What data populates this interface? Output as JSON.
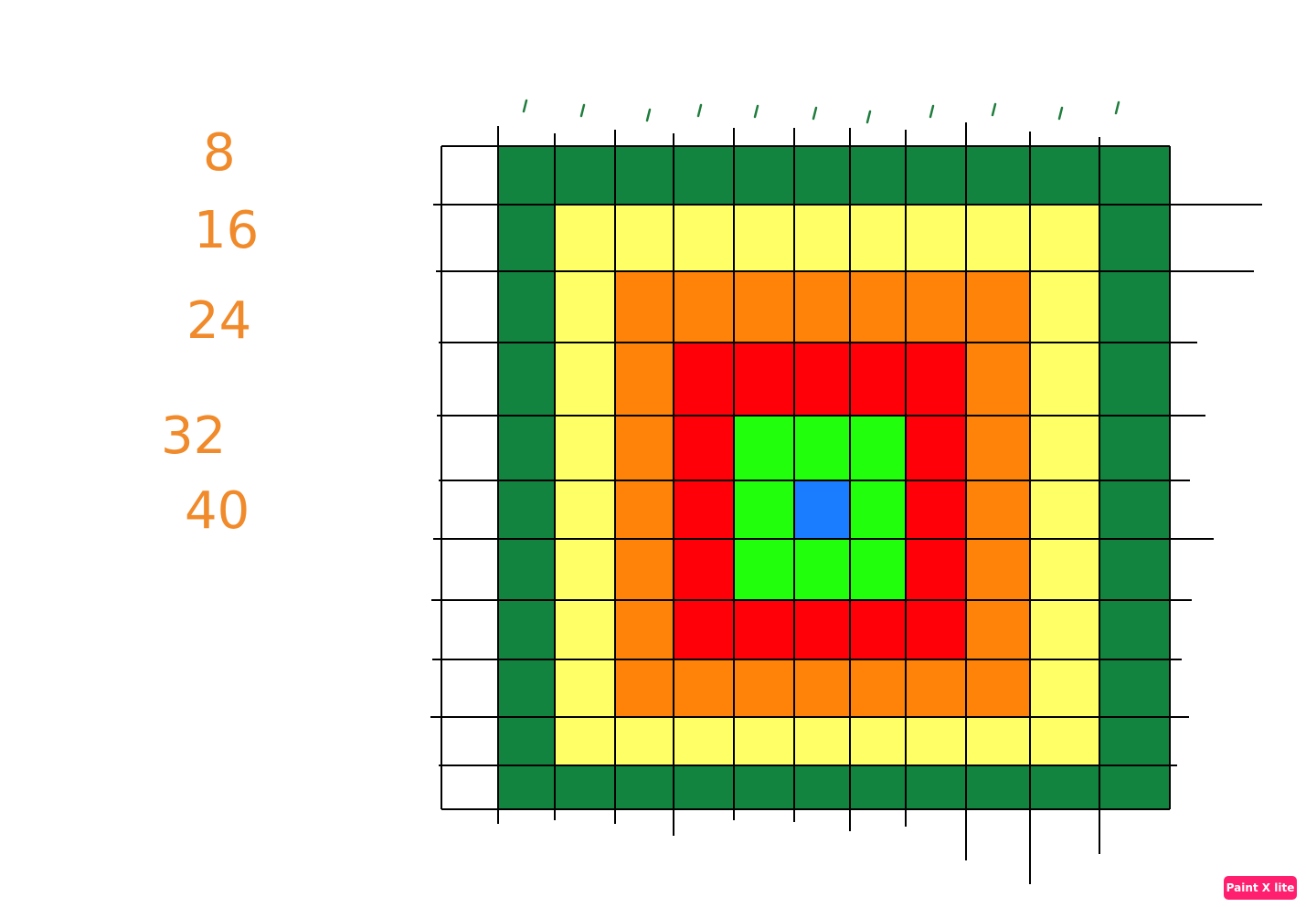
{
  "numbers": [
    "8",
    "16",
    "24",
    "32",
    "40"
  ],
  "badge_label": "Paint X lite",
  "colors": {
    "blue": "#1a7cff",
    "light_green": "#22ff0c",
    "red": "#ff0008",
    "orange": "#ff8209",
    "yellow": "#ffff66",
    "dark_green": "#138440",
    "number_ink": "#f08a2a",
    "tick_ink": "#1e7d3c",
    "badge": "#ff1f6e"
  },
  "rings": [
    "blue",
    "light_green",
    "red",
    "orange",
    "yellow",
    "dark_green"
  ],
  "grid_columns": 12,
  "grid_rows": 11,
  "tick_marks": 11
}
